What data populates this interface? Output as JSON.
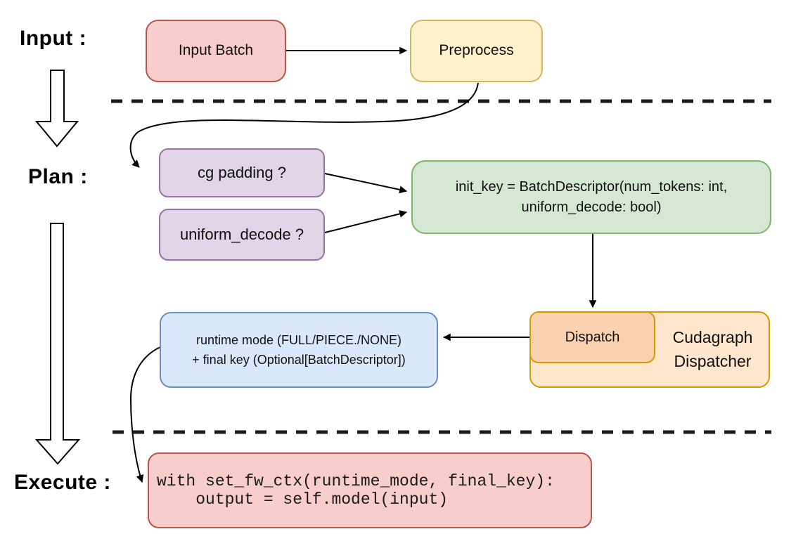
{
  "stage_labels": {
    "input": "Input :",
    "plan": "Plan :",
    "execute": "Execute :"
  },
  "nodes": {
    "input_batch": {
      "label": "Input Batch"
    },
    "preprocess": {
      "label": "Preprocess"
    },
    "cg_padding": {
      "label": "cg padding ?"
    },
    "uniform_decode": {
      "label": "uniform_decode ?"
    },
    "init_key": {
      "line1": "init_key = BatchDescriptor(num_tokens: int,",
      "line2": "uniform_decode: bool)"
    },
    "dispatch": {
      "label": "Dispatch"
    },
    "cudagraph_dispatcher": {
      "line1": "Cudagraph",
      "line2": "Dispatcher"
    },
    "runtime_result": {
      "line1": "runtime mode (FULL/PIECE./NONE)",
      "line2": "+ final key (Optional[BatchDescriptor])"
    },
    "execute_code": {
      "line1": "with set_fw_ctx(runtime_mode, final_key):",
      "line2": "    output = self.model(input)"
    }
  },
  "colors": {
    "red": {
      "fill": "#F8CECC",
      "stroke": "#B85450"
    },
    "yellow": {
      "fill": "#FFF2CC",
      "stroke": "#D6B656"
    },
    "purple": {
      "fill": "#E1D5E7",
      "stroke": "#9673A6"
    },
    "green": {
      "fill": "#D5E8D4",
      "stroke": "#82B366"
    },
    "blue": {
      "fill": "#DAE8FC",
      "stroke": "#6C8EBF"
    },
    "orange_outer": {
      "fill": "#FFE6CC",
      "stroke": "#D79B00"
    },
    "orange_inner": {
      "fill": "#FAD2B0",
      "stroke": "#D79B00"
    },
    "connector": "#000000"
  }
}
